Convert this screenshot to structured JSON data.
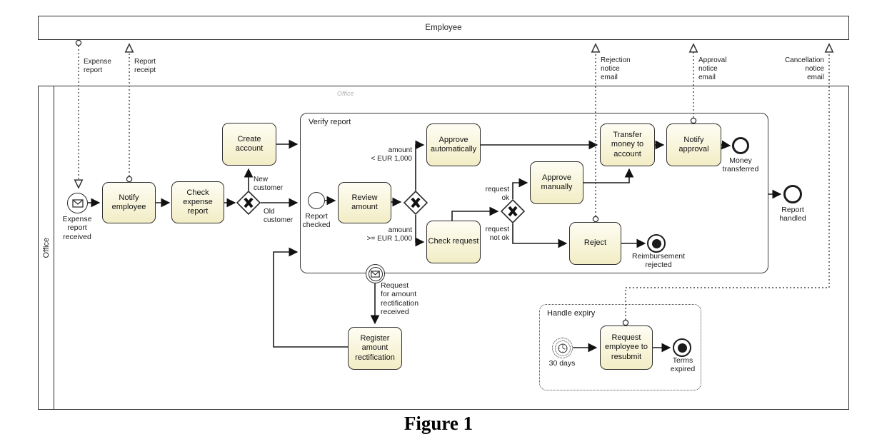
{
  "figure_caption": "Figure 1",
  "pools": {
    "employee": "Employee",
    "office": "Office",
    "office_watermark": "Office"
  },
  "subprocesses": {
    "verify_report": "Verify report",
    "handle_expiry": "Handle expiry"
  },
  "tasks": {
    "notify_employee": "Notify\nemployee",
    "check_expense_report": "Check\nexpense\nreport",
    "create_account": "Create\naccount",
    "review_amount": "Review\namount",
    "approve_automatically": "Approve\nautomatically",
    "check_request": "Check request",
    "approve_manually": "Approve\nmanually",
    "transfer_money_to_account": "Transfer\nmoney to\naccount",
    "notify_approval": "Notify\napproval",
    "reject": "Reject",
    "register_amount_rectification": "Register\namount\nrectification",
    "request_employee_to_resubmit": "Request\nemployee to\nresubmit"
  },
  "events": {
    "expense_report_received": "Expense\nreport\nreceived",
    "report_checked": "Report\nchecked",
    "money_transferred": "Money\ntransferred",
    "report_handled": "Report\nhandled",
    "reimbursement_rejected": "Reimbursement\nrejected",
    "rectification_received": "Request\nfor amount\nrectification\nreceived",
    "timer_30_days": "30 days",
    "terms_expired": "Terms\nexpired"
  },
  "flow_labels": {
    "new_customer": "New\ncustomer",
    "old_customer": "Old\ncustomer",
    "amount_lt_1000": "amount\n< EUR 1,000",
    "amount_gte_1000": "amount\n>= EUR 1,000",
    "request_ok": "request\nok",
    "request_not_ok": "request\nnot ok"
  },
  "message_labels": {
    "expense_report": "Expense\nreport",
    "report_receipt": "Report\nreceipt",
    "rejection_notice_email": "Rejection\nnotice\nemail",
    "approval_notice_email": "Approval\nnotice\nemail",
    "cancellation_notice_email": "Cancellation\nnotice\nemail"
  },
  "colors": {
    "task_fill_top": "#fefdf3",
    "task_fill_bottom": "#f2edc5",
    "shape_border": "#2b2b2b",
    "sequence_flow": "#1c1c1c",
    "message_flow": "#444444",
    "watermark": "#b3b3b3",
    "background": "#ffffff"
  }
}
